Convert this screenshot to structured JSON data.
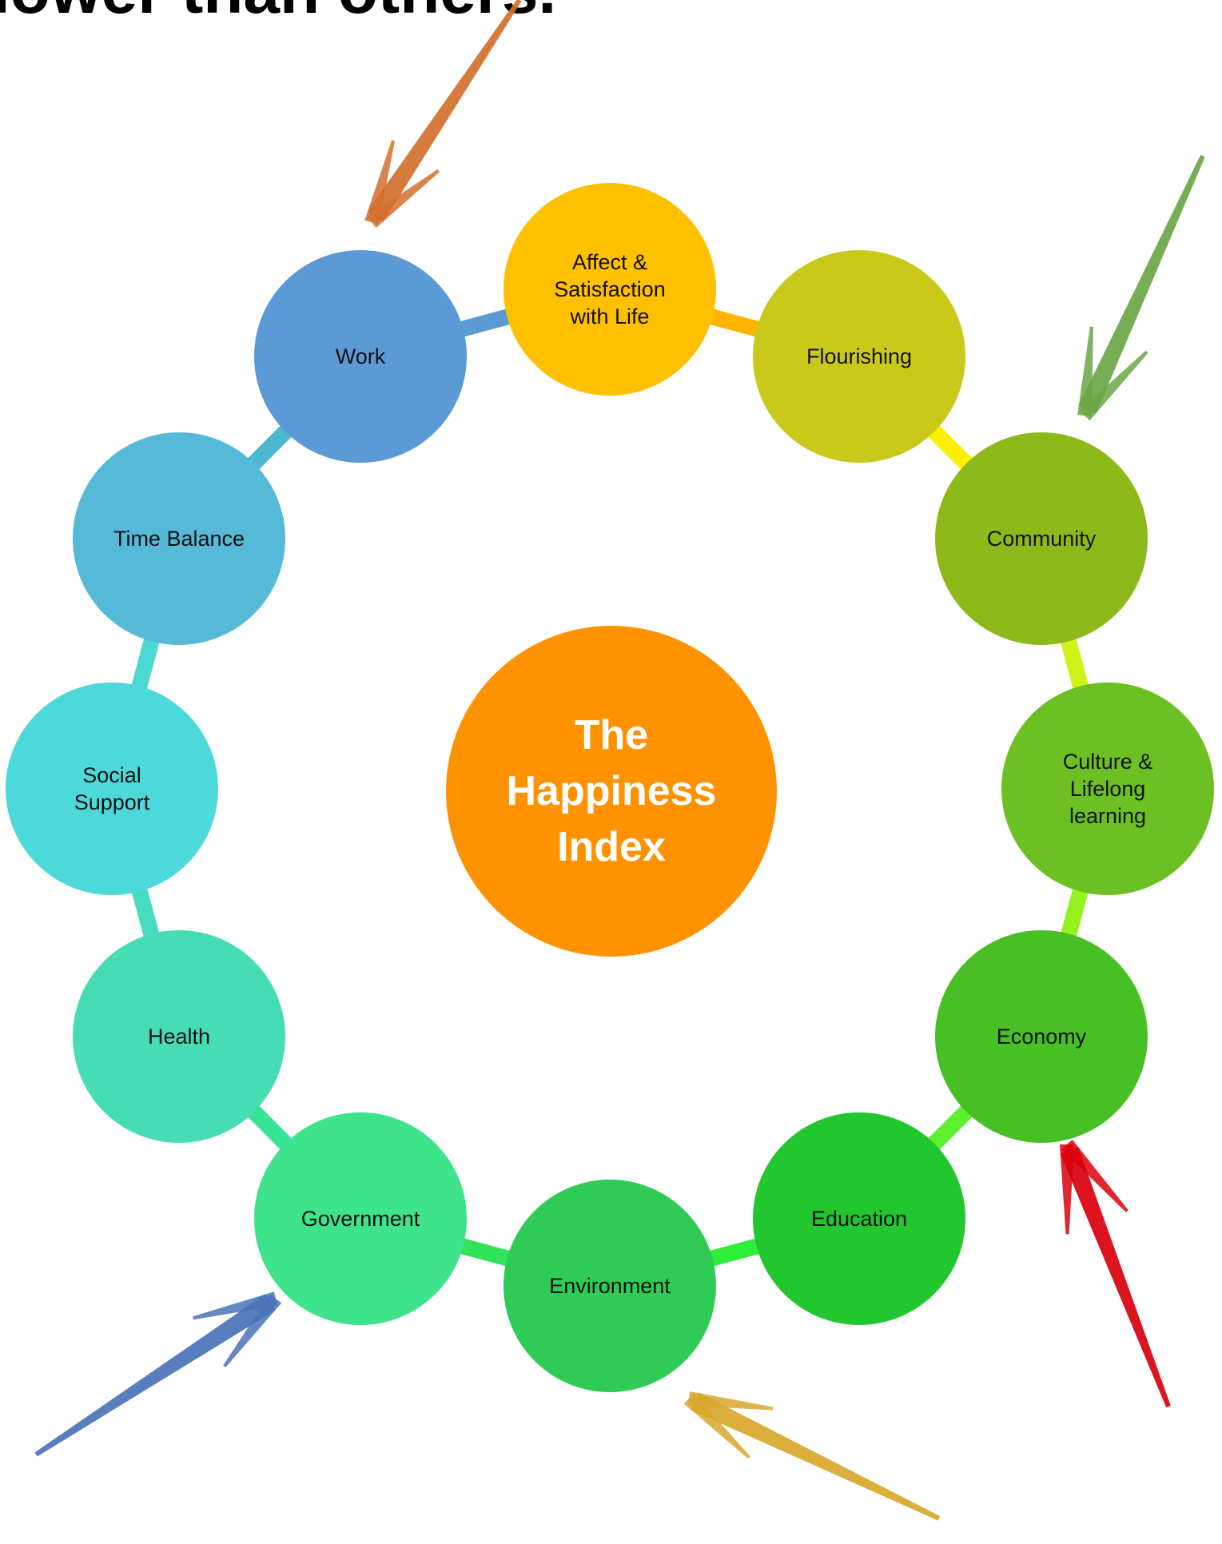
{
  "heading": "lower than others.",
  "center": {
    "label": "The\nHappiness\nIndex",
    "color": "#FF9200"
  },
  "nodes": [
    {
      "id": "affect-satisfaction",
      "label": "Affect &\nSatisfaction\nwith Life",
      "color": "#FFC000",
      "connector_color": "#FFB400"
    },
    {
      "id": "flourishing",
      "label": "Flourishing",
      "color": "#C9C91C",
      "connector_color": "#FFF000"
    },
    {
      "id": "community",
      "label": "Community",
      "color": "#8EB91B",
      "connector_color": "#CFF218"
    },
    {
      "id": "culture",
      "label": "Culture &\nLifelong\nlearning",
      "color": "#6CC024",
      "connector_color": "#94F21E"
    },
    {
      "id": "economy",
      "label": "Economy",
      "color": "#48BF24",
      "connector_color": "#5CF030"
    },
    {
      "id": "education",
      "label": "Education",
      "color": "#22C72F",
      "connector_color": "#2EEE3A"
    },
    {
      "id": "environment",
      "label": "Environment",
      "color": "#2FCB56",
      "connector_color": "#32E25A"
    },
    {
      "id": "government",
      "label": "Government",
      "color": "#3EE38C",
      "connector_color": "#36E494"
    },
    {
      "id": "health",
      "label": "Health",
      "color": "#47DDB4",
      "connector_color": "#48DCC2"
    },
    {
      "id": "social-support",
      "label": "Social\nSupport",
      "color": "#4DD9D9",
      "connector_color": "#4CD8D3"
    },
    {
      "id": "time-balance",
      "label": "Time Balance",
      "color": "#57B9D8",
      "connector_color": "#4EB7D2"
    },
    {
      "id": "work",
      "label": "Work",
      "color": "#5B9AD5",
      "connector_color": "#5B9AD5"
    }
  ],
  "arrows": [
    {
      "id": "orange-arrow",
      "color": "#D2702E"
    },
    {
      "id": "green-arrow",
      "color": "#6AA646"
    },
    {
      "id": "red-arrow",
      "color": "#D9000D"
    },
    {
      "id": "gold-arrow",
      "color": "#D8A82C"
    },
    {
      "id": "blue-arrow",
      "color": "#4A73B8"
    }
  ]
}
